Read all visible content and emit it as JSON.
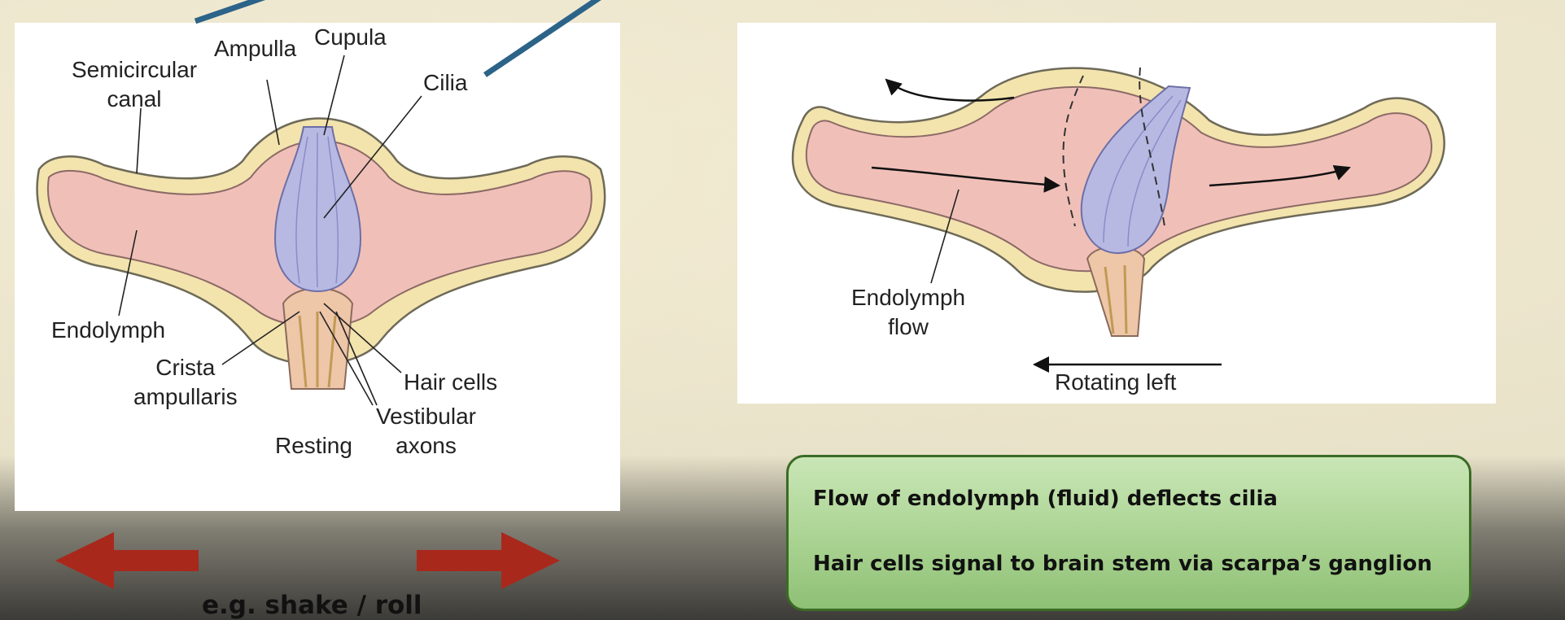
{
  "left_diagram": {
    "labels": {
      "semicircular_canal": "Semicircular\ncanal",
      "ampulla": "Ampulla",
      "cupula": "Cupula",
      "cilia": "Cilia",
      "endolymph": "Endolymph",
      "crista_ampullaris": "Crista\nampullaris",
      "hair_cells": "Hair cells",
      "vestibular_axons": "Vestibular\naxons",
      "resting": "Resting"
    }
  },
  "right_diagram": {
    "labels": {
      "endolymph_flow": "Endolymph\nflow",
      "rotating_left": "Rotating left"
    }
  },
  "info_box": {
    "line1": "Flow of endolymph (fluid) deflects cilia",
    "line2": "Hair cells signal to brain stem via scarpa’s ganglion"
  },
  "caption": "e.g. shake / roll",
  "colors": {
    "canal_wall": "#f3e3ad",
    "endolymph": "#f0c0b8",
    "cupula": "#b7b9e3",
    "arrow_red": "#a9281c",
    "info_border": "#3b6b25",
    "info_fill": "#b6db9f",
    "pointer_line": "#2c6388"
  }
}
